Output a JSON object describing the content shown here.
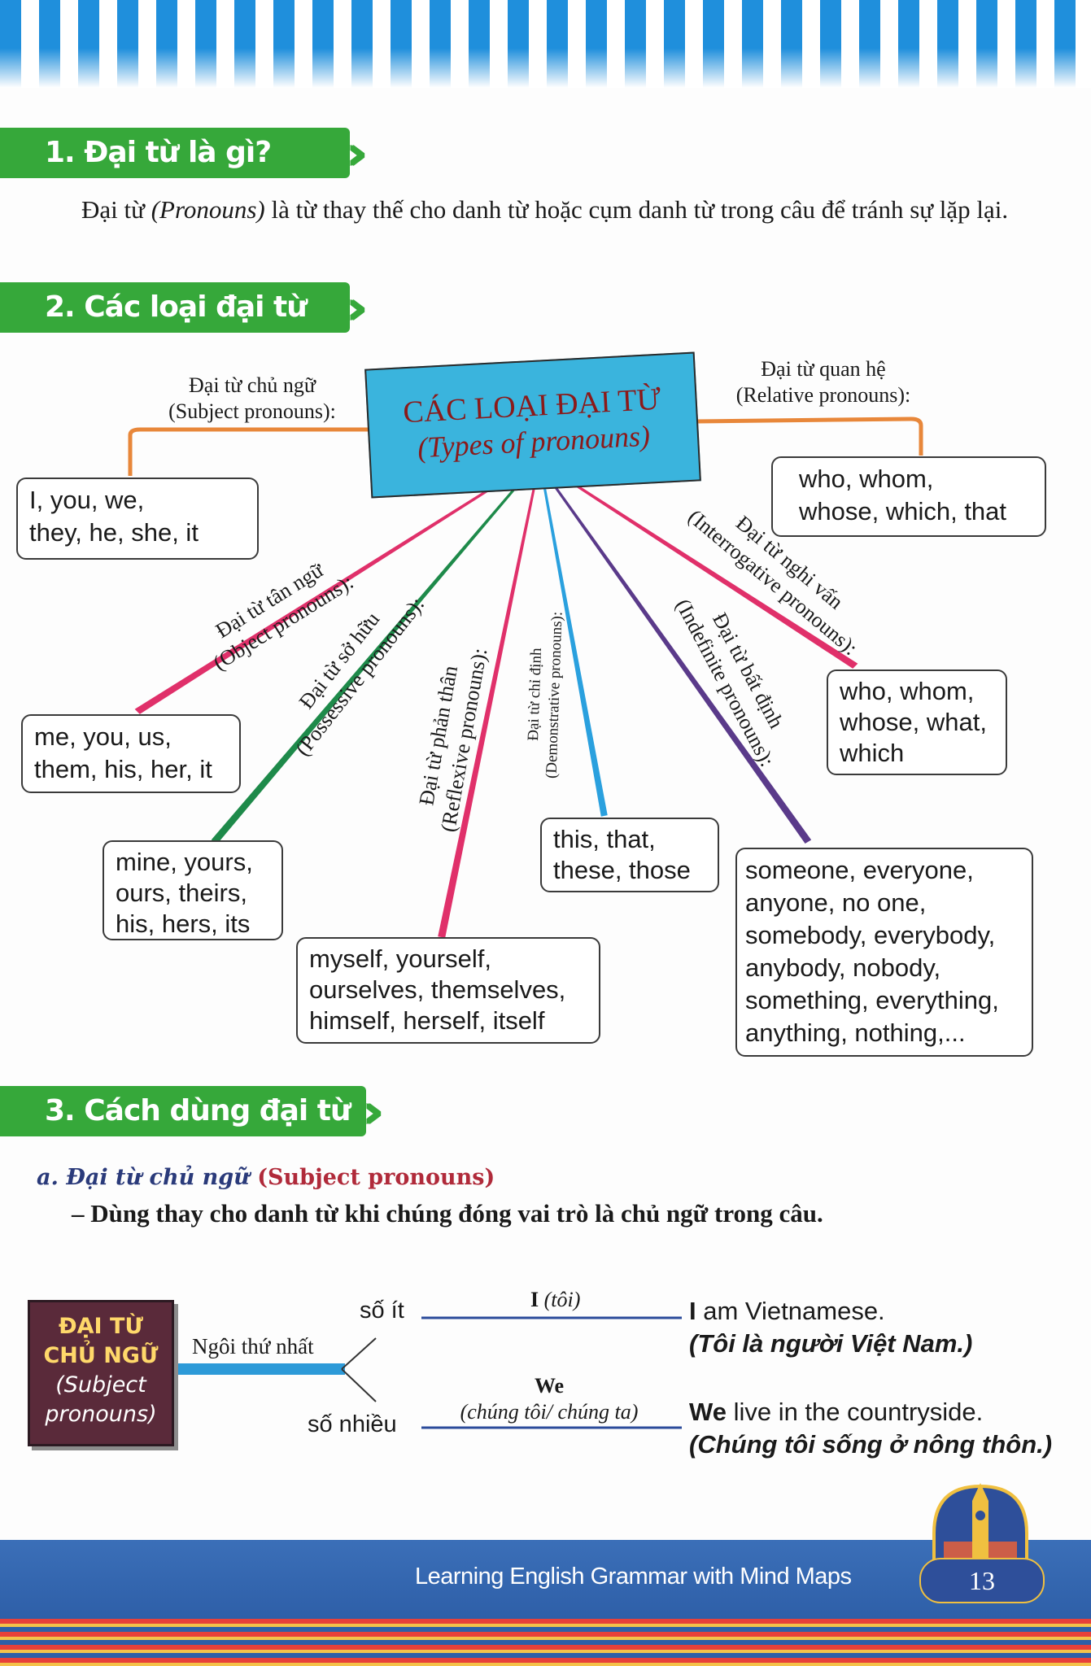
{
  "section1": {
    "title": "1. Đại từ là gì?",
    "text_a": "Đại từ ",
    "text_b": "(Pronouns)",
    "text_c": " là từ thay thế cho danh từ hoặc cụm danh từ trong câu để tránh sự lặp lại."
  },
  "section2": {
    "title": "2. Các loại đại từ",
    "center_line1": "CÁC LOẠI ĐẠI TỪ",
    "center_line2": "(Types of pronouns)",
    "subject_label1": "Đại từ chủ ngữ",
    "subject_label2": "(Subject pronouns):",
    "subject_box": [
      "I, you, we,",
      "they, he, she, it"
    ],
    "relative_label1": "Đại từ quan hệ",
    "relative_label2": "(Relative pronouns):",
    "relative_box": [
      "who, whom,",
      "whose, which, that"
    ],
    "object_label1": "Đại từ tân ngữ",
    "object_label2": "(Object pronouns):",
    "object_box": [
      "me, you, us,",
      "them, his, her, it"
    ],
    "possessive_label1": "Đại từ sở hữu",
    "possessive_label2": "(Possessive pronouns):",
    "possessive_box": [
      "mine, yours,",
      "ours, theirs,",
      "his, hers, its"
    ],
    "reflexive_label1": "Đại từ phản thân",
    "reflexive_label2": "(Reflexive pronouns):",
    "reflexive_box": [
      "myself, yourself,",
      "ourselves, themselves,",
      "himself, herself, itself"
    ],
    "demonstrative_label1": "Đại từ chỉ định",
    "demonstrative_label2": "(Demonstrative pronouns):",
    "demonstrative_box": [
      "this, that,",
      "these, those"
    ],
    "indefinite_label1": "Đại từ bất định",
    "indefinite_label2": "(Indefinite pronouns):",
    "indefinite_box": [
      "someone, everyone,",
      "anyone, no one,",
      "somebody, everybody,",
      "anybody, nobody,",
      "something, everything,",
      "anything, nothing,..."
    ],
    "interrogative_label1": "Đại từ nghi vấn",
    "interrogative_label2": "(Interrogative pronouns):",
    "interrogative_box": [
      "who, whom,",
      "whose, what,",
      "which"
    ]
  },
  "section3": {
    "title": "3. Cách dùng đại từ",
    "sub_a_prefix": "a. Đại từ chủ ngữ ",
    "sub_a_en": "(Subject pronouns)",
    "sub_a_text": "– Dùng thay cho danh từ khi chúng đóng vai trò là chủ ngữ trong câu.",
    "box_line1": "ĐẠI TỪ",
    "box_line2": "CHỦ NGỮ",
    "box_line3": "(Subject",
    "box_line4": "pronouns)",
    "first_person": "Ngôi thứ nhất",
    "singular": "số ít",
    "plural": "số nhiều",
    "i_word": "I",
    "i_gloss": "(tôi)",
    "we_word": "We",
    "we_gloss": "(chúng tôi/ chúng ta)",
    "ex1_bold": "I",
    "ex1_rest": " am Vietnamese.",
    "ex1_vi": "(Tôi là người Việt Nam.)",
    "ex2_bold": "We",
    "ex2_rest": " live in the countryside.",
    "ex2_vi": "(Chúng tôi sống ở nông thôn.)"
  },
  "footer": {
    "book_title": "Learning English Grammar with Mind Maps",
    "page_number": "13"
  },
  "colors": {
    "banner": "#36a83a",
    "center_box": "#3ab4dd",
    "pink_branch": "#e0306a",
    "green_branch": "#1e8a4a",
    "blue_branch": "#2aa0de",
    "purple_branch": "#5a3a8a",
    "orange_bracket": "#e8873a",
    "footer_blue": "#2e5fa8"
  }
}
